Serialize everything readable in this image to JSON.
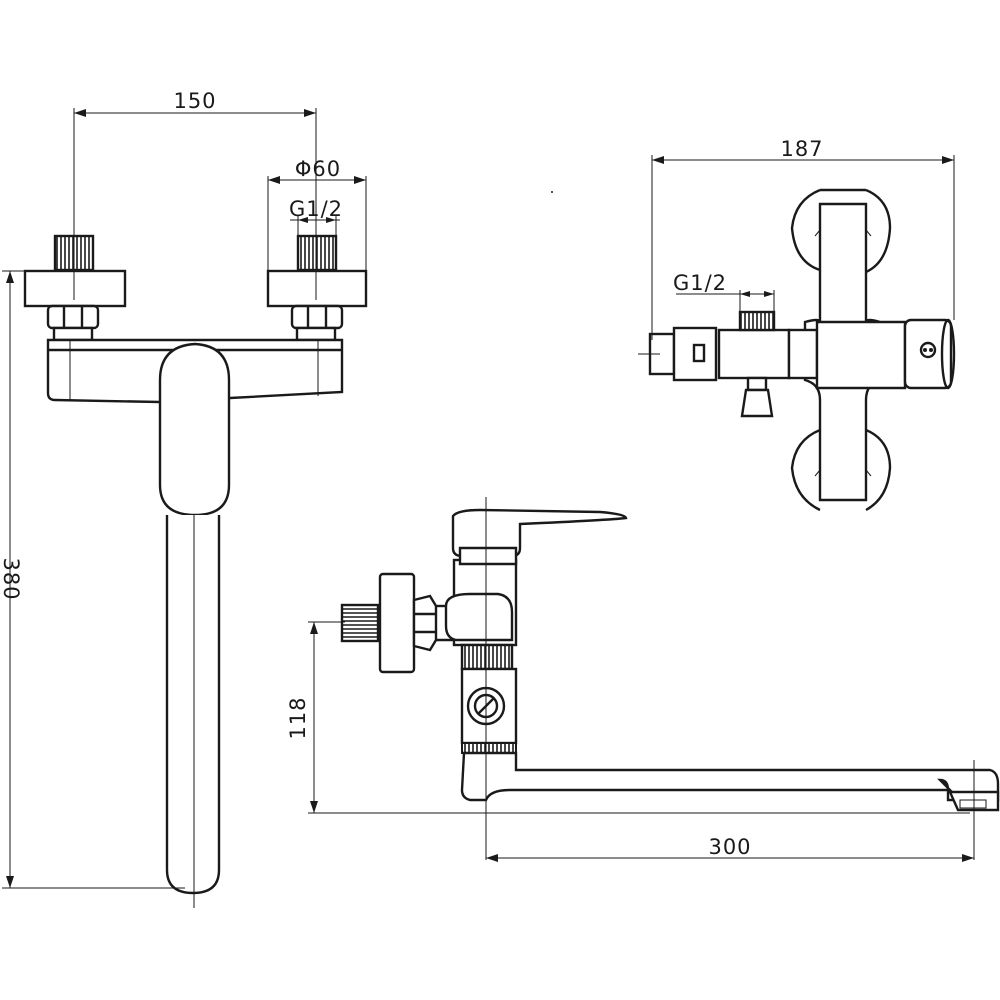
{
  "dimensions": {
    "front_center_spacing": "150",
    "flange_diameter": "Φ60",
    "front_thread": "G1/2",
    "overall_height": "380",
    "top_width": "187",
    "top_thread": "G1/2",
    "spout_height": "118",
    "spout_reach": "300"
  },
  "colors": {
    "line": "#1a1a1a",
    "background": "#ffffff"
  }
}
